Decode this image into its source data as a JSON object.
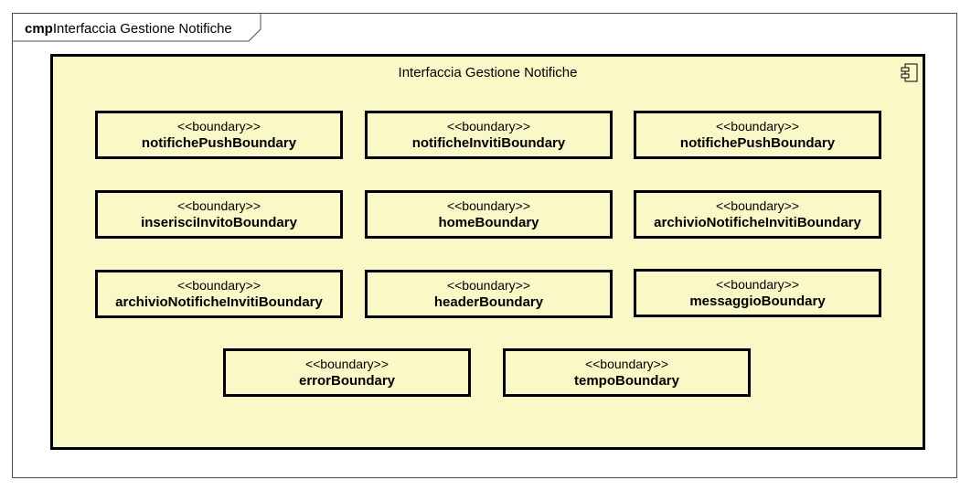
{
  "frame": {
    "keyword": "cmp",
    "name": "Interfaccia Gestione Notifiche"
  },
  "component": {
    "title": "Interfaccia Gestione Notifiche",
    "icon": "uml-component-icon"
  },
  "boundaries": [
    {
      "stereotype": "<<boundary>>",
      "name": "notifichePushBoundary"
    },
    {
      "stereotype": "<<boundary>>",
      "name": "notificheInvitiBoundary"
    },
    {
      "stereotype": "<<boundary>>",
      "name": "notifichePushBoundary"
    },
    {
      "stereotype": "<<boundary>>",
      "name": "inserisciInvitoBoundary"
    },
    {
      "stereotype": "<<boundary>>",
      "name": "homeBoundary"
    },
    {
      "stereotype": "<<boundary>>",
      "name": "archivioNotificheInvitiBoundary"
    },
    {
      "stereotype": "<<boundary>>",
      "name": "archivioNotificheInvitiBoundary"
    },
    {
      "stereotype": "<<boundary>>",
      "name": "headerBoundary"
    },
    {
      "stereotype": "<<boundary>>",
      "name": "messaggioBoundary"
    },
    {
      "stereotype": "<<boundary>>",
      "name": "errorBoundary"
    },
    {
      "stereotype": "<<boundary>>",
      "name": "tempoBoundary"
    }
  ],
  "colors": {
    "component_fill": "#fbf8c8",
    "stroke": "#000000",
    "frame_stroke": "#4d4d4d"
  }
}
